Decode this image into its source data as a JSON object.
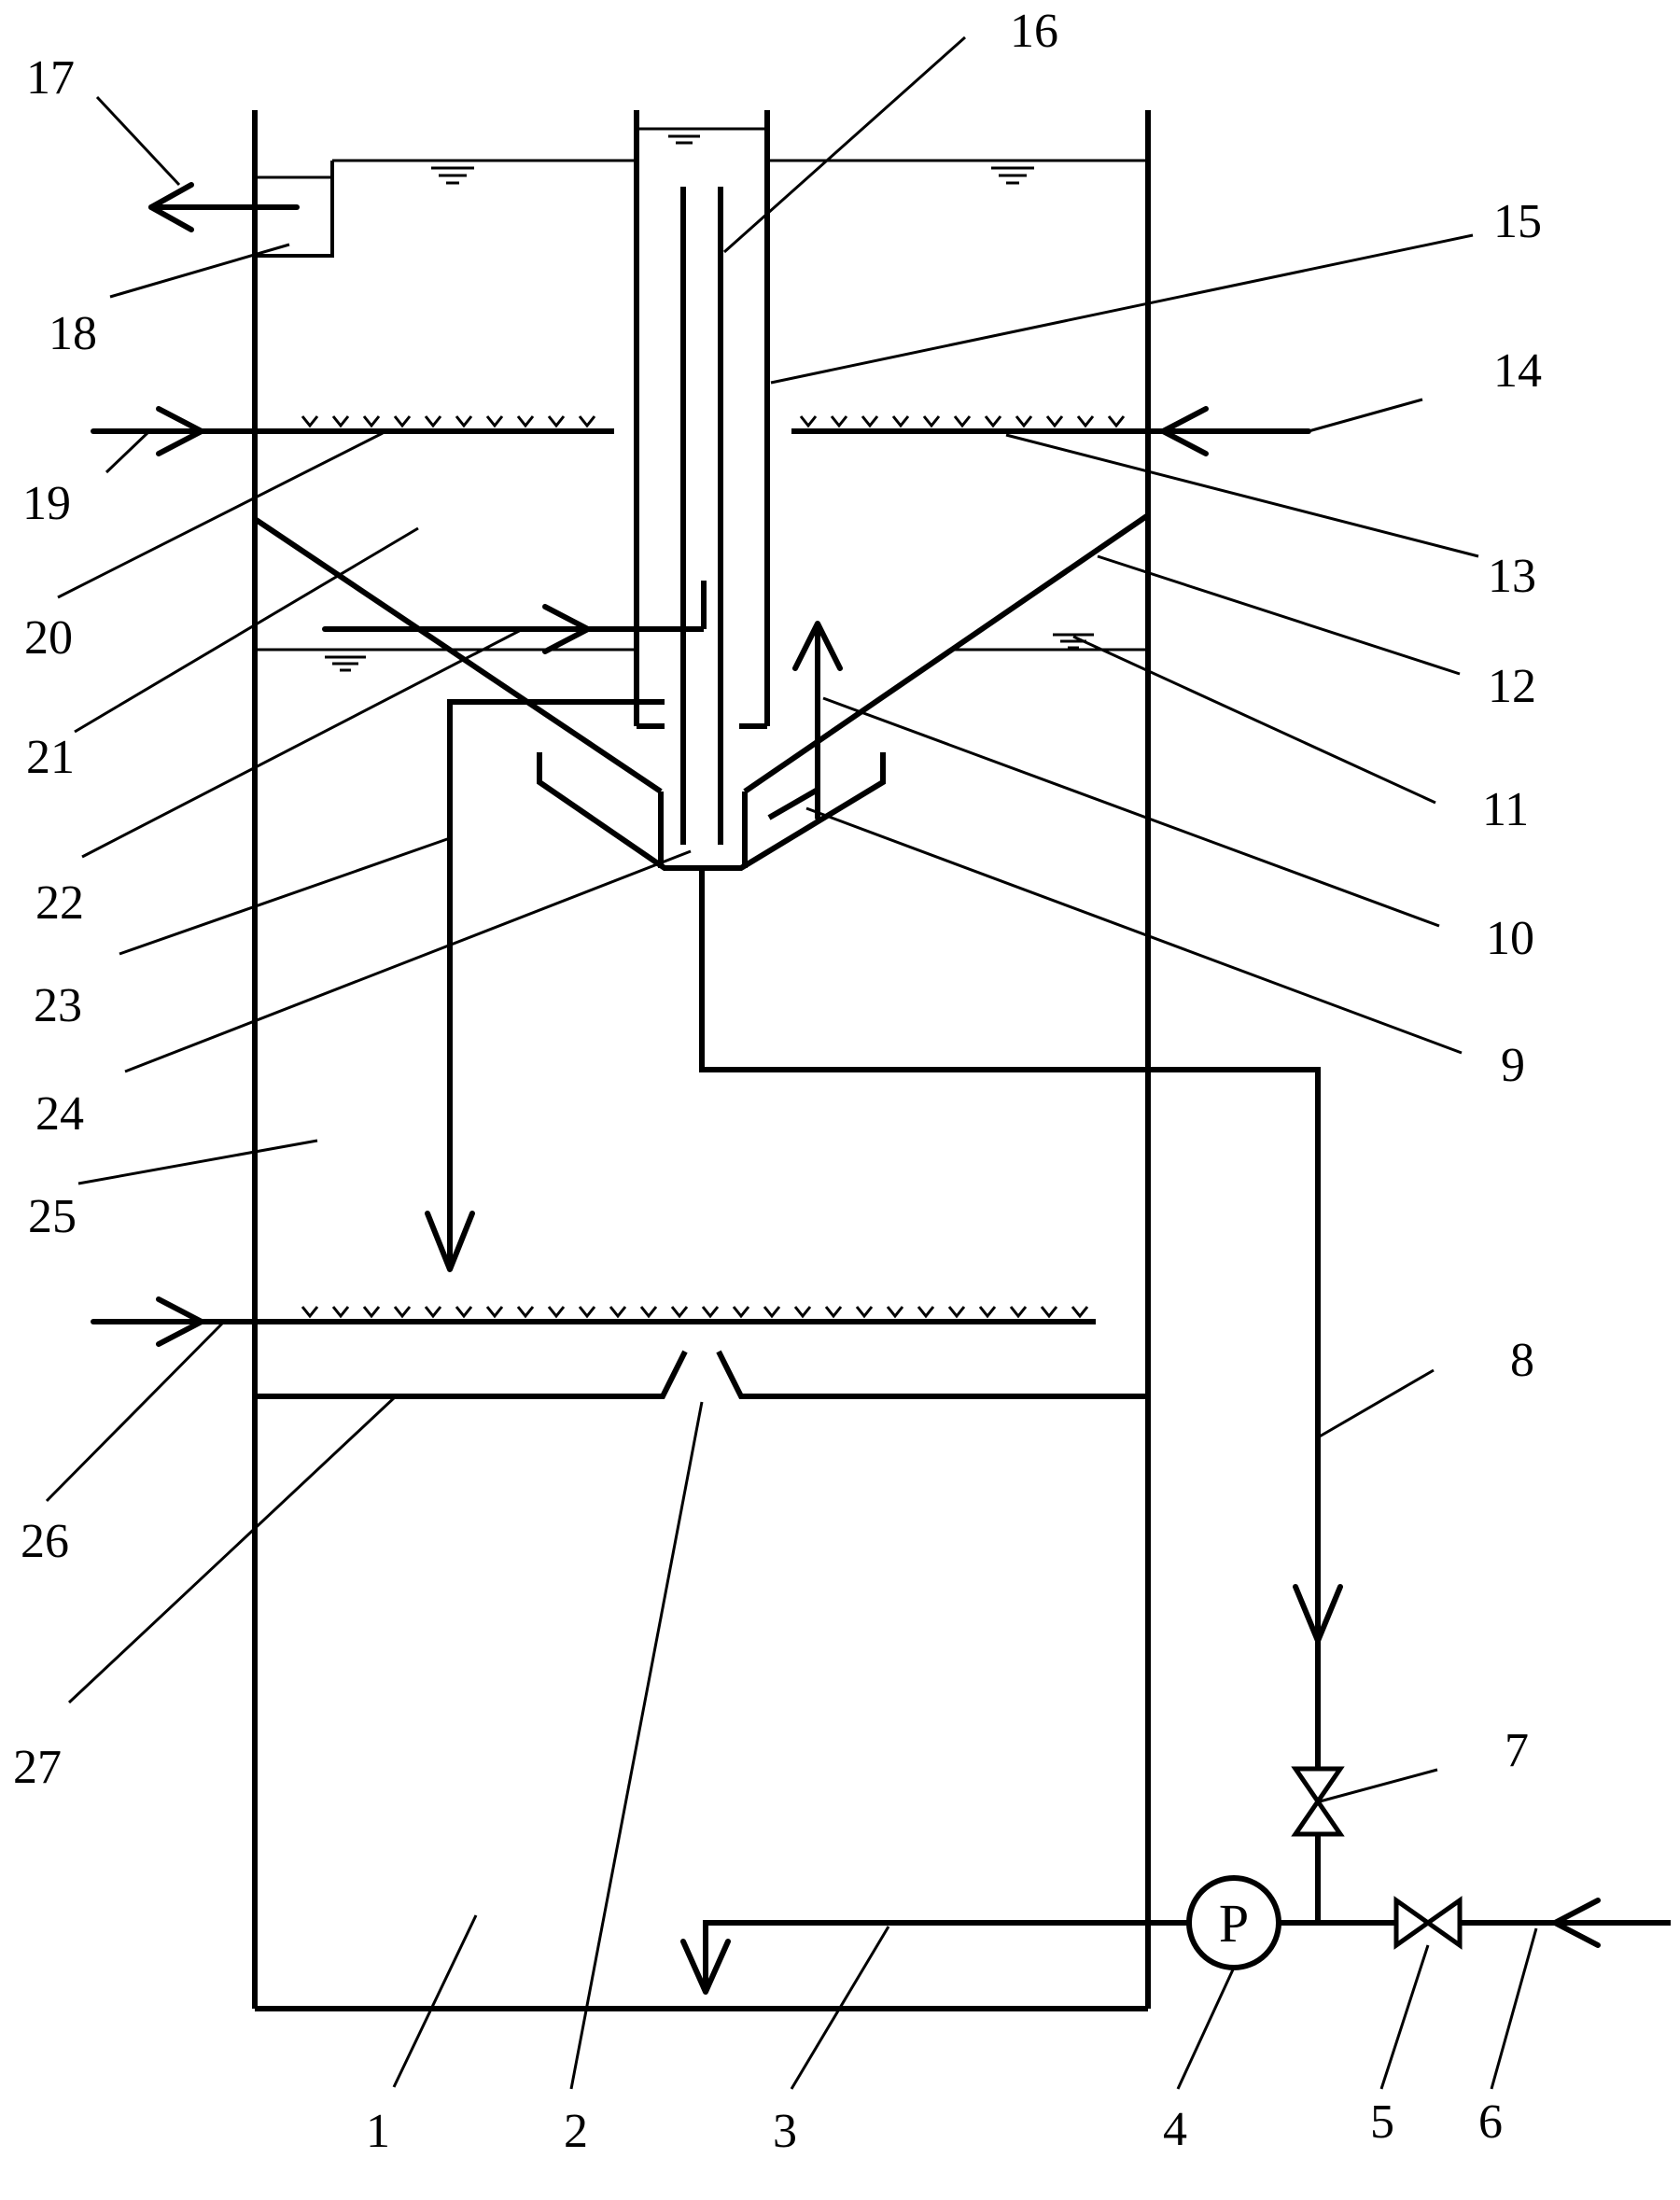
{
  "labels": {
    "n1": "1",
    "n2": "2",
    "n3": "3",
    "n4": "4",
    "n5": "5",
    "n6": "6",
    "n7": "7",
    "n8": "8",
    "n9": "9",
    "n10": "10",
    "n11": "11",
    "n12": "12",
    "n13": "13",
    "n14": "14",
    "n15": "15",
    "n16": "16",
    "n17": "17",
    "n18": "18",
    "n19": "19",
    "n20": "20",
    "n21": "21",
    "n22": "22",
    "n23": "23",
    "n24": "24",
    "n25": "25",
    "n26": "26",
    "n27": "27"
  },
  "pump_symbol": "P"
}
